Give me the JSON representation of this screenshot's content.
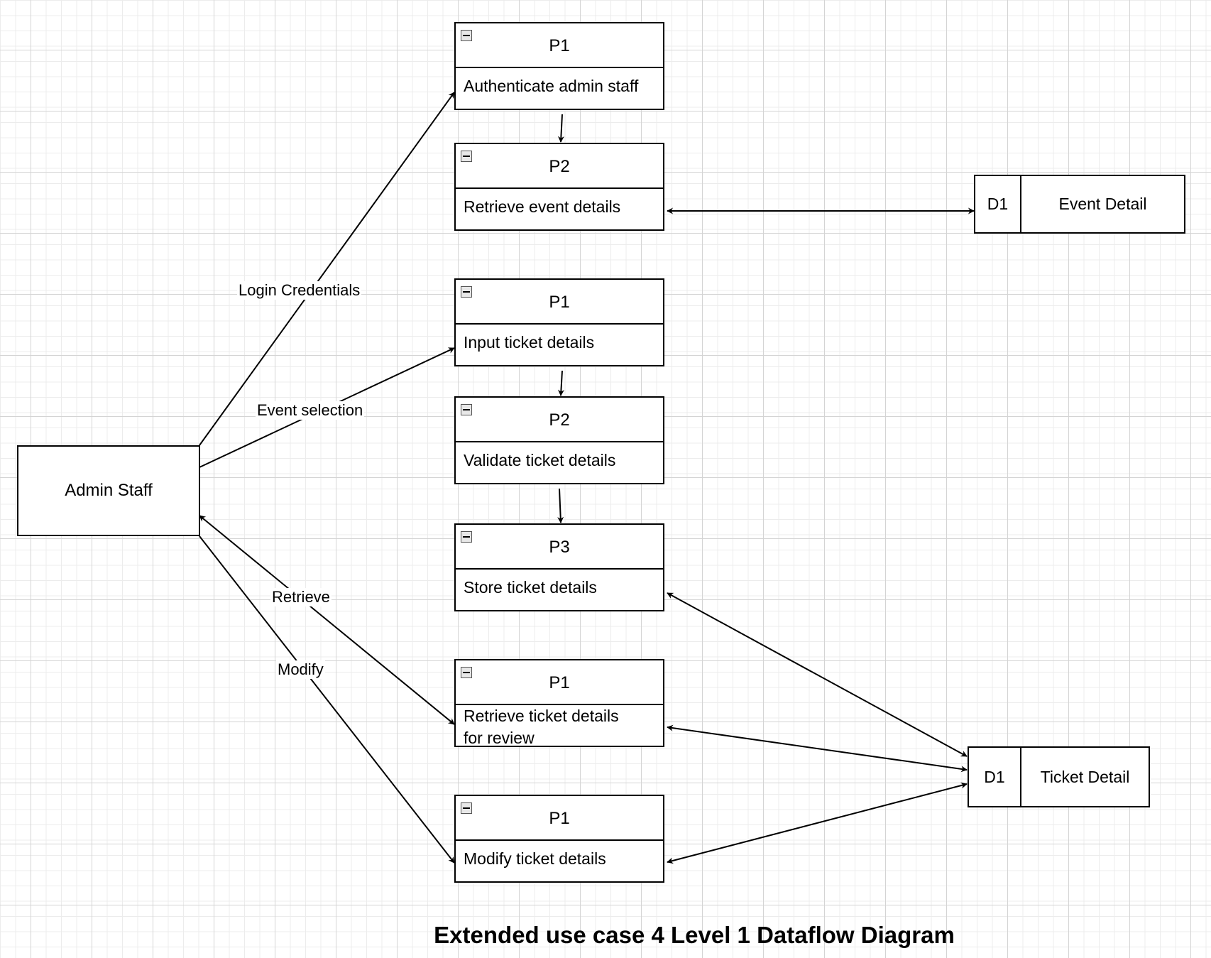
{
  "entity": {
    "name": "Admin Staff"
  },
  "processes": [
    {
      "id": "P1",
      "name": "Authenticate admin staff"
    },
    {
      "id": "P2",
      "name": "Retrieve event details"
    },
    {
      "id": "P1",
      "name": "Input ticket details"
    },
    {
      "id": "P2",
      "name": "Validate ticket details"
    },
    {
      "id": "P3",
      "name": "Store ticket details"
    },
    {
      "id": "P1",
      "name": "Retrieve ticket details for review"
    },
    {
      "id": "P1",
      "name": "Modify ticket details"
    }
  ],
  "stores": [
    {
      "id": "D1",
      "name": "Event Detail"
    },
    {
      "id": "D1",
      "name": "Ticket Detail"
    }
  ],
  "flows": [
    {
      "label": "Login Credentials"
    },
    {
      "label": "Event selection"
    },
    {
      "label": "Retrieve"
    },
    {
      "label": "Modify"
    }
  ],
  "caption": "Extended use case 4 Level 1 Dataflow Diagram"
}
